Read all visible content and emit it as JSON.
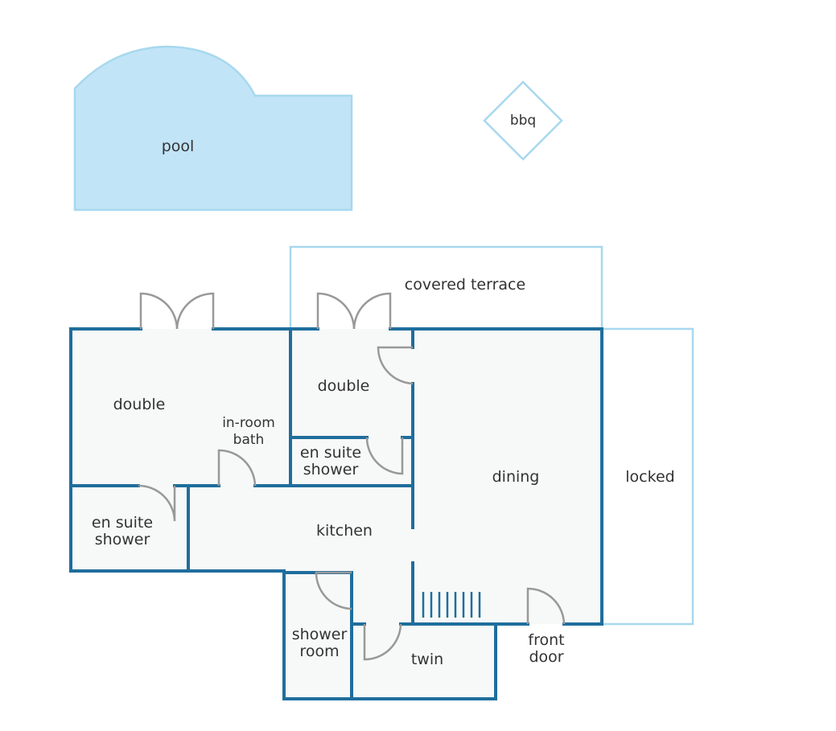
{
  "outdoor": {
    "pool": "pool",
    "bbq": "bbq",
    "covered_terrace": "covered terrace",
    "locked": "locked"
  },
  "rooms": {
    "double_left": "double",
    "in_room_bath_line1": "in-room",
    "in_room_bath_line2": "bath",
    "en_suite_left_line1": "en suite",
    "en_suite_left_line2": "shower",
    "double_center": "double",
    "en_suite_center_line1": "en suite",
    "en_suite_center_line2": "shower",
    "kitchen": "kitchen",
    "dining": "dining",
    "shower_room_line1": "shower",
    "shower_room_line2": "room",
    "twin": "twin",
    "front_door_line1": "front",
    "front_door_line2": "door"
  },
  "colors": {
    "wall": "#1f6e9c",
    "pool_fill": "#c2e4f7",
    "outline_light": "#a7d8ee",
    "room_fill": "#f7f8f8",
    "door": "#999999",
    "text": "#333333"
  }
}
